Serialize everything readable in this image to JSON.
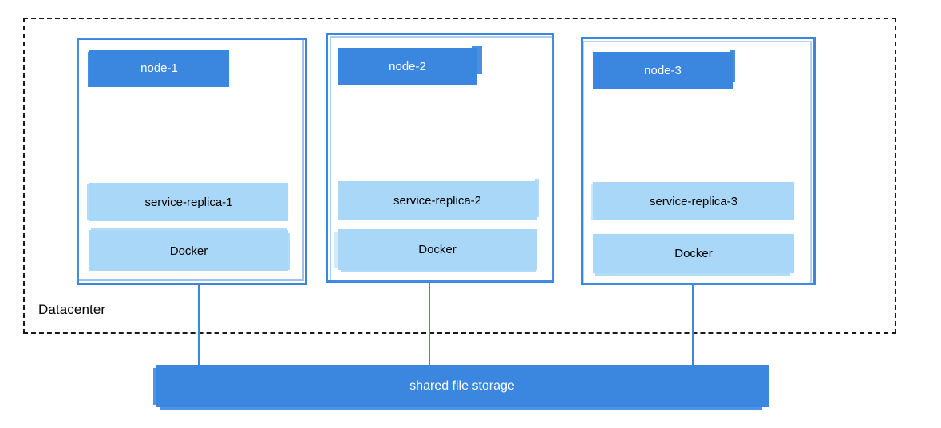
{
  "diagram": {
    "type": "architecture-diagram",
    "background_color": "#ffffff",
    "colors": {
      "node_header": "#3b87e0",
      "service_bar": "#a9d7f7",
      "node_border": "#3b87e0",
      "boundary_border": "#1a1a1a",
      "storage_bar": "#3b87e0",
      "connector": "#3b87e0",
      "header_text": "#ffffff",
      "bar_text": "#000000"
    }
  },
  "boundary": {
    "label": "Datacenter",
    "style": "dashed"
  },
  "nodes": [
    {
      "id": "node-1",
      "header_label": "node-1",
      "service_label": "service-replica-1",
      "runtime_label": "Docker"
    },
    {
      "id": "node-2",
      "header_label": "node-2",
      "service_label": "service-replica-2",
      "runtime_label": "Docker"
    },
    {
      "id": "node-3",
      "header_label": "node-3",
      "service_label": "service-replica-3",
      "runtime_label": "Docker"
    }
  ],
  "storage": {
    "label": "shared file storage"
  },
  "connectors": [
    {
      "from": "node-1",
      "to": "shared file storage"
    },
    {
      "from": "node-2",
      "to": "shared file storage"
    },
    {
      "from": "node-3",
      "to": "shared file storage"
    }
  ]
}
